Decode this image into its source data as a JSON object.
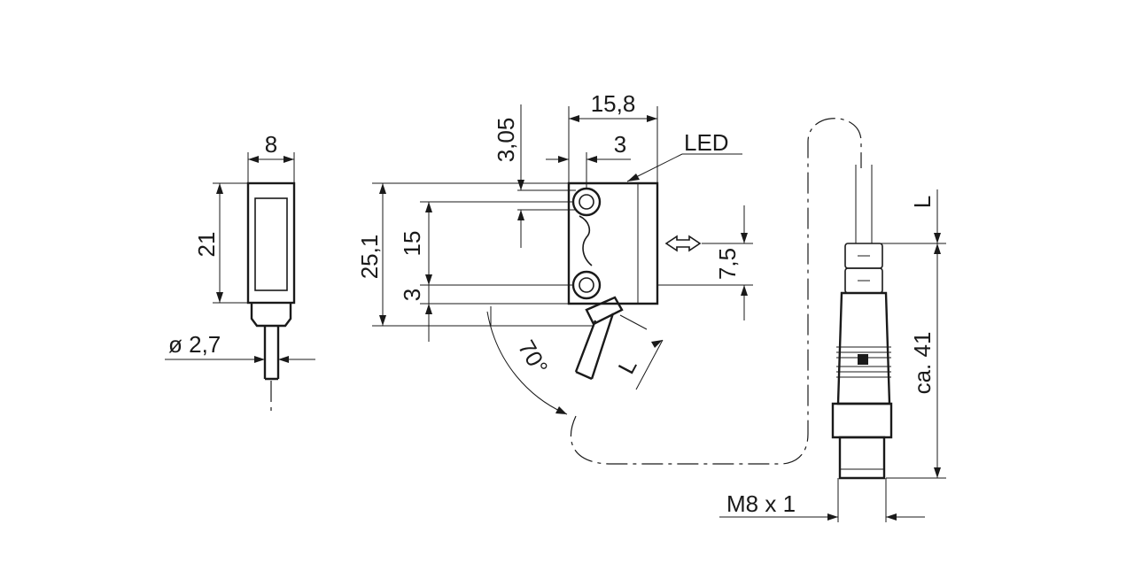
{
  "dimensions": {
    "side_width": "8",
    "side_height": "21",
    "cable_diameter": "ø  2,7",
    "top_width": "15,8",
    "hole_offset_x": "3",
    "hole_offset_y": "3,05",
    "led_label": "LED",
    "total_height": "25,1",
    "hole_spacing": "15",
    "bottom_offset": "3",
    "optical_axis": "7,5",
    "cable_angle": "70°",
    "cable_length_label": "L",
    "connector_length_label": "L",
    "connector_length": "ca.  41",
    "thread": "M8 x 1"
  },
  "colors": {
    "line": "#1a1a1a",
    "background": "#ffffff"
  }
}
